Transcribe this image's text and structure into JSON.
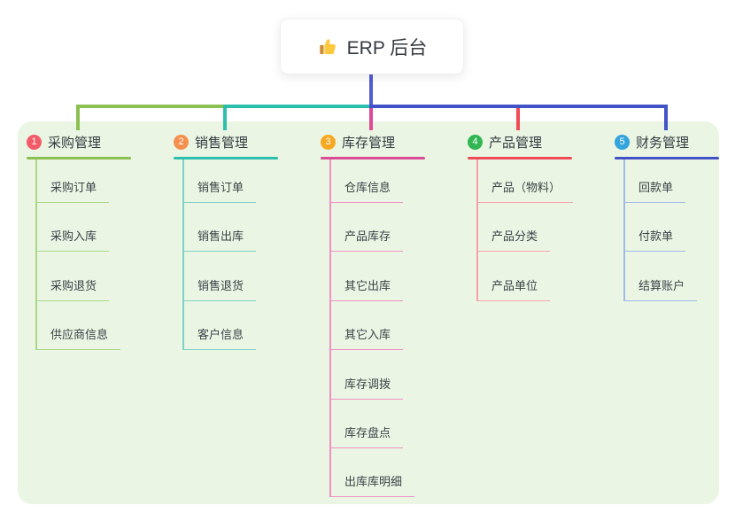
{
  "root": {
    "label": "ERP 后台",
    "icon": "thumbs-up-icon",
    "stub_color": "#525CD6"
  },
  "branches": [
    {
      "badge": "1",
      "label": "采购管理",
      "badge_color": "#F25C68",
      "line_color": "#8BC152",
      "child_line_color": "#ABD786",
      "children": [
        {
          "label": "采购订单"
        },
        {
          "label": "采购入库"
        },
        {
          "label": "采购退货"
        },
        {
          "label": "供应商信息"
        }
      ]
    },
    {
      "badge": "2",
      "label": "销售管理",
      "badge_color": "#F6904E",
      "line_color": "#2CBFAD",
      "child_line_color": "#7DD2C7",
      "children": [
        {
          "label": "销售订单"
        },
        {
          "label": "销售出库"
        },
        {
          "label": "销售退货"
        },
        {
          "label": "客户信息"
        }
      ]
    },
    {
      "badge": "3",
      "label": "库存管理",
      "badge_color": "#F7A924",
      "line_color": "#DC4B96",
      "child_line_color": "#F090C4",
      "children": [
        {
          "label": "仓库信息"
        },
        {
          "label": "产品库存"
        },
        {
          "label": "其它出库"
        },
        {
          "label": "其它入库"
        },
        {
          "label": "库存调拨"
        },
        {
          "label": "库存盘点"
        },
        {
          "label": "出库库明细"
        }
      ]
    },
    {
      "badge": "4",
      "label": "产品管理",
      "badge_color": "#32B553",
      "line_color": "#EF4A56",
      "child_line_color": "#F7A2A8",
      "children": [
        {
          "label": "产品（物料）"
        },
        {
          "label": "产品分类"
        },
        {
          "label": "产品单位"
        }
      ]
    },
    {
      "badge": "5",
      "label": "财务管理",
      "badge_color": "#33A4DC",
      "line_color": "#4253C8",
      "child_line_color": "#A3B9EC",
      "children": [
        {
          "label": "回款单"
        },
        {
          "label": "付款单"
        },
        {
          "label": "结算账户"
        }
      ]
    }
  ],
  "panel_color": "#EAF6E3"
}
